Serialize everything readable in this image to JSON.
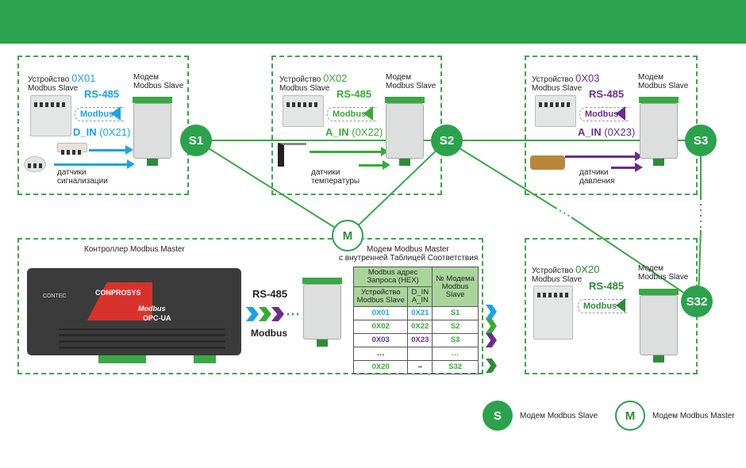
{
  "colors": {
    "header": "#2ba24c",
    "blue": "#1aa3e8",
    "green": "#3aaa35",
    "purple": "#6a2c91",
    "dark_green": "#2e8b3a"
  },
  "slaves": [
    {
      "device_label": "Устройство",
      "device_addr": "0X01",
      "device_sub": "Modbus Slave",
      "modem_label": "Модем",
      "modem_sub": "Modbus Slave",
      "rs": "RS-485",
      "modbus": "Modbus",
      "io": "D_IN (0X21)",
      "io_name": "D_IN",
      "io_addr": "(0X21)",
      "sensors_1": "датчики",
      "sensors_2": "сигнализации",
      "node": "S1"
    },
    {
      "device_label": "Устройство",
      "device_addr": "0X02",
      "device_sub": "Modbus Slave",
      "modem_label": "Модем",
      "modem_sub": "Modbus Slave",
      "rs": "RS-485",
      "modbus": "Modbus",
      "io_name": "A_IN",
      "io_addr": "(0X22)",
      "sensors_1": "датчики",
      "sensors_2": "температуры",
      "node": "S2"
    },
    {
      "device_label": "Устройство",
      "device_addr": "0X03",
      "device_sub": "Modbus Slave",
      "modem_label": "Модем",
      "modem_sub": "Modbus Slave",
      "rs": "RS-485",
      "modbus": "Modbus",
      "io_name": "A_IN",
      "io_addr": "(0X23)",
      "sensors_1": "датчики",
      "sensors_2": "давления",
      "node": "S3"
    },
    {
      "device_label": "Устройство",
      "device_addr": "0X20",
      "device_sub": "Modbus Slave",
      "modem_label": "Модем",
      "modem_sub": "Modbus Slave",
      "rs": "RS-485",
      "modbus": "Modbus",
      "node": "S32"
    }
  ],
  "master": {
    "node": "M",
    "controller_label": "Контроллер Modbus Master",
    "brand": "CONPROSYS",
    "vendor": "CONTEC",
    "logo_1": "Modbus",
    "logo_2": "OPC-UA",
    "rs": "RS-485",
    "modbus": "Modbus",
    "modem_title": "Модем Modbus Master",
    "modem_subtitle": "с внутренней Таблицей Соответствия"
  },
  "table": {
    "h_group": "Modbus адрес Запроса (HEX)",
    "h_device": "Устройство Modbus Slave",
    "h_io": "D_IN A_IN",
    "h_modem": "№ Модема Modbus Slave",
    "rows": [
      [
        "0X01",
        "0X21",
        "S1"
      ],
      [
        "0X02",
        "0X22",
        "S2"
      ],
      [
        "0X03",
        "0X23",
        "S3"
      ],
      [
        "…",
        "",
        "…"
      ],
      [
        "0X20",
        "–",
        "S32"
      ]
    ]
  },
  "legend": {
    "slave_symbol": "S",
    "slave_label": "Модем Modbus Slave",
    "master_symbol": "M",
    "master_label": "Модем Modbus Master"
  }
}
